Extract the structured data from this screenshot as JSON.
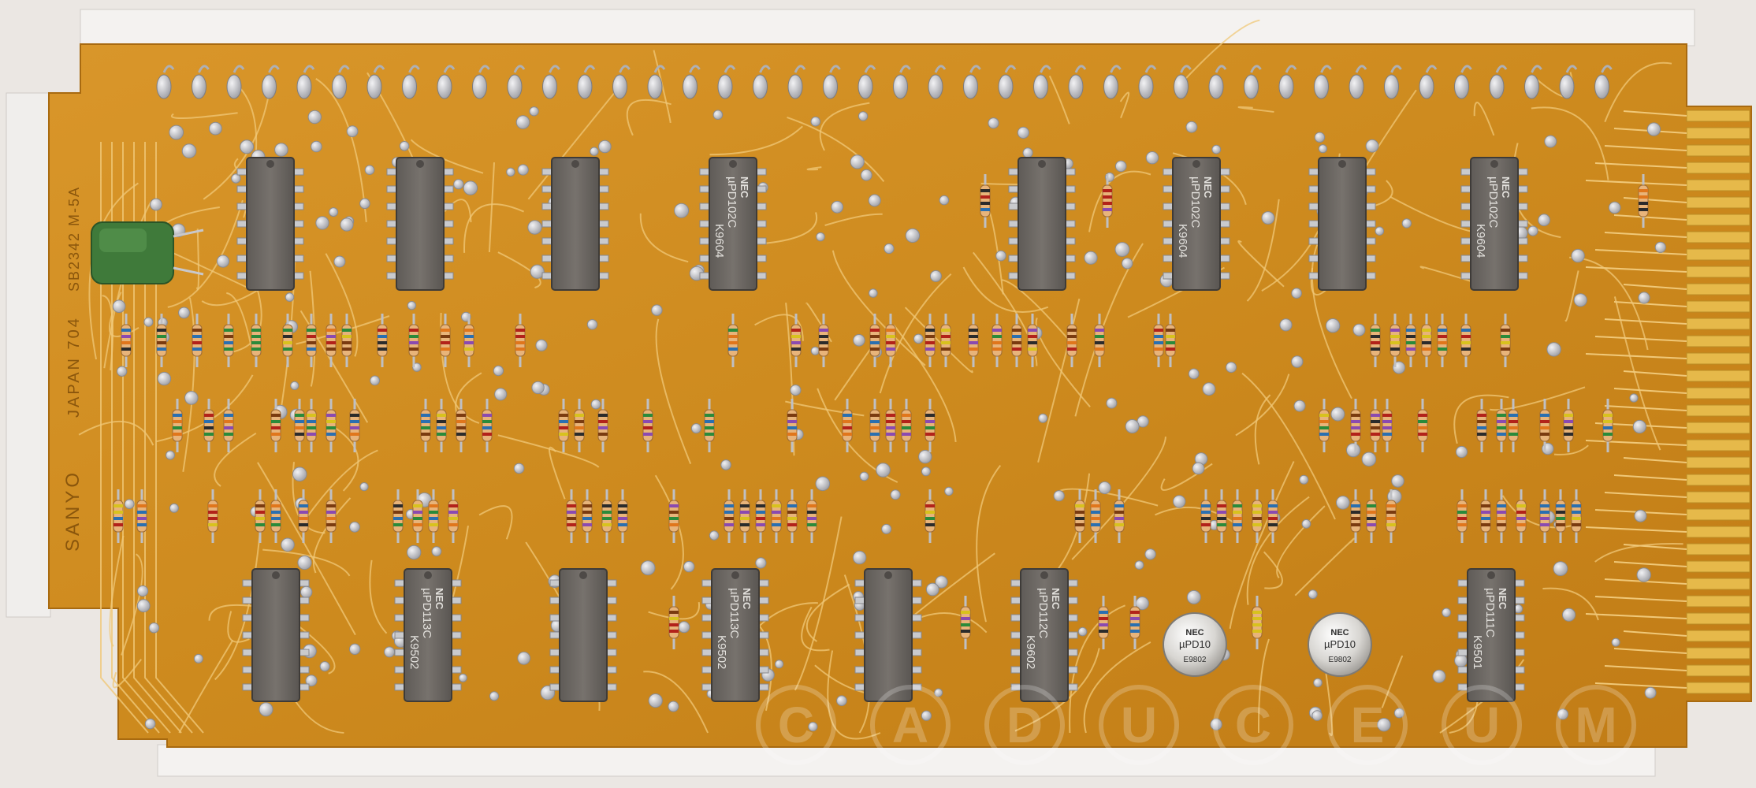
{
  "board": {
    "vertical_text_1": "SANYO",
    "vertical_text_2": "JAPAN 704",
    "vertical_text_3": "SB2342 M-5A",
    "watermark_letters": [
      "C",
      "A",
      "D",
      "U",
      "C",
      "E",
      "U",
      "M"
    ]
  },
  "chips": {
    "top": [
      {
        "brand": "",
        "part": "",
        "code": ""
      },
      {
        "brand": "",
        "part": "",
        "code": ""
      },
      {
        "brand": "",
        "part": "",
        "code": ""
      },
      {
        "brand": "NEC",
        "part": "µPD102C",
        "code": "K9604"
      },
      {
        "brand": "",
        "part": "",
        "code": ""
      },
      {
        "brand": "NEC",
        "part": "µPD102C",
        "code": "K9604"
      },
      {
        "brand": "",
        "part": "",
        "code": ""
      },
      {
        "brand": "NEC",
        "part": "µPD102C",
        "code": "K9604"
      }
    ],
    "bottom": [
      {
        "brand": "",
        "part": "",
        "code": ""
      },
      {
        "brand": "NEC",
        "part": "µPD113C",
        "code": "K9502"
      },
      {
        "brand": "",
        "part": "",
        "code": ""
      },
      {
        "brand": "NEC",
        "part": "µPD113C",
        "code": "K9502"
      },
      {
        "brand": "",
        "part": "",
        "code": ""
      },
      {
        "brand": "NEC",
        "part": "µPD112C",
        "code": "K9602"
      },
      {
        "brand": "NEC",
        "part": "µPD111C",
        "code": "K9501"
      }
    ],
    "transistors": [
      {
        "brand": "NEC",
        "part": "µPD10",
        "code": "E9802"
      },
      {
        "brand": "NEC",
        "part": "µPD10",
        "code": "E9802"
      }
    ]
  },
  "colors": {
    "background": "#e8e4e0",
    "pcb": "#cf8a1c",
    "trace": "#f0c878",
    "solder": "#c8c8cc",
    "chip": "#6e6a66",
    "gold_finger": "#e6b94a",
    "frame": "#f2f0ee"
  }
}
